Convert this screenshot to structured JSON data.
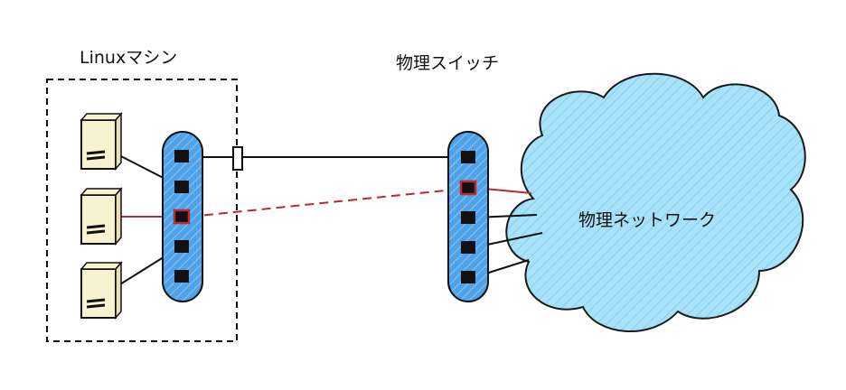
{
  "diagram": {
    "linux_machine": {
      "label": "Linuxマシン",
      "vm_count": 3,
      "port_count": 5
    },
    "physical_switch": {
      "label": "物理スイッチ",
      "port_count": 5
    },
    "physical_network": {
      "label": "物理ネットワーク"
    },
    "colors": {
      "port_fill": "#111111",
      "port_highlight_stroke": "#c0282d",
      "bar_fill": "#4ea3ea",
      "cloud_fill": "#a9e2f8",
      "cloud_stroke": "#1a1a1a",
      "vm_fill": "#f7f2cf",
      "red_link": "#c0282d",
      "black_link": "#111111"
    }
  }
}
